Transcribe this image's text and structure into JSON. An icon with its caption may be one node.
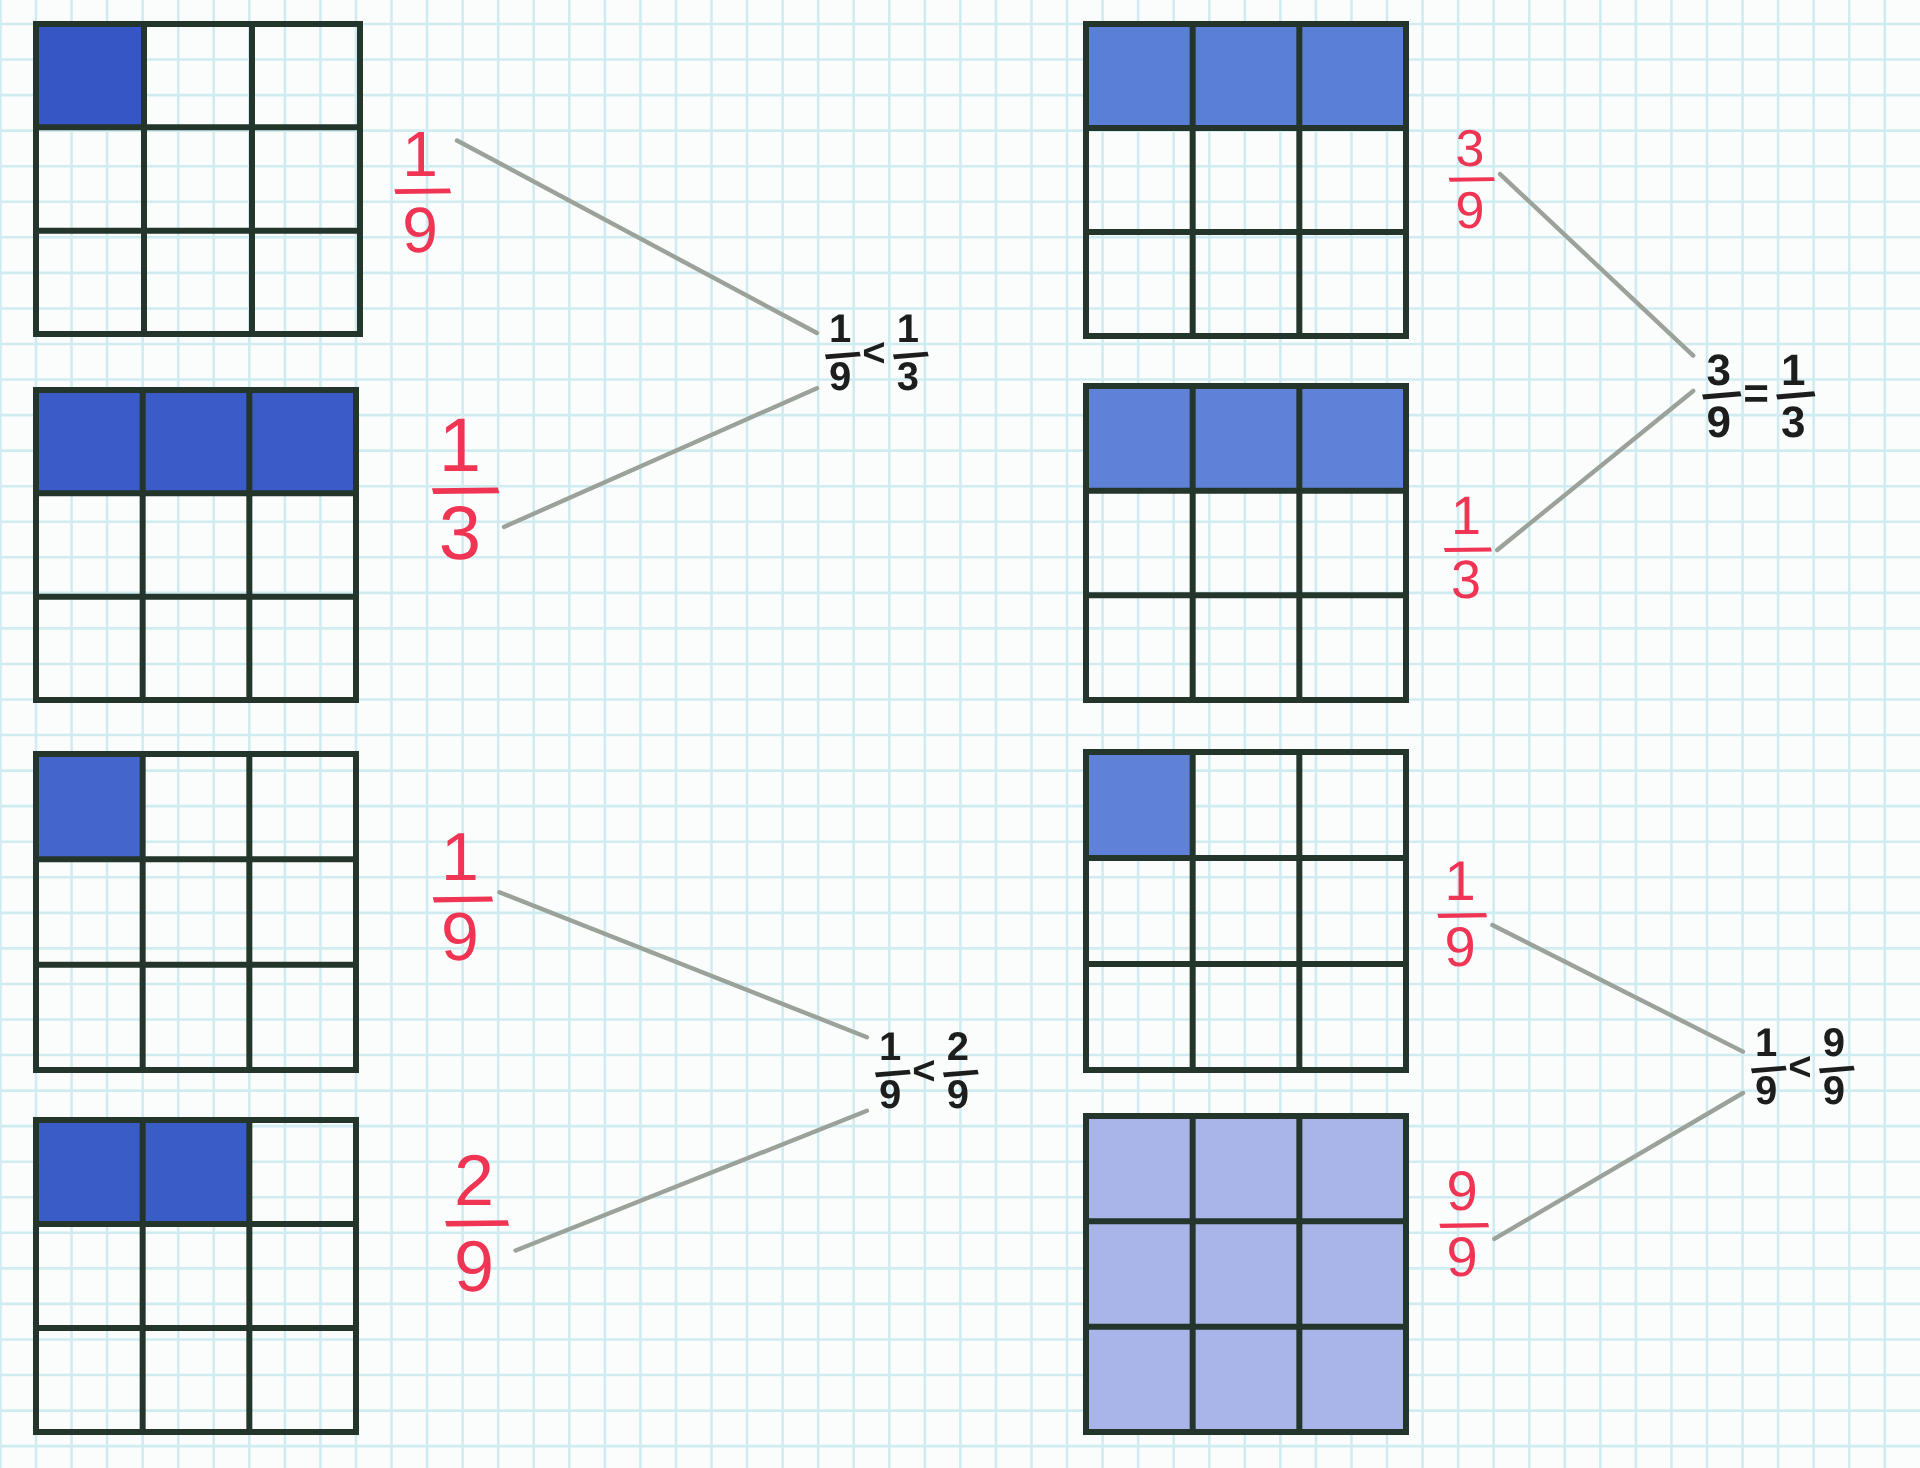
{
  "diagram": {
    "nodes": [
      {
        "text": [
          "1/9"
        ]
      },
      {
        "text": [
          "1/3"
        ]
      },
      {
        "text": [
          "1/9 < 1/3"
        ]
      },
      {
        "text": [
          "3/9"
        ]
      },
      {
        "text": [
          "1/3"
        ]
      },
      {
        "text": [
          "3/9 = 1/3"
        ]
      },
      {
        "text": [
          "1/9"
        ]
      },
      {
        "text": [
          "2/9"
        ]
      },
      {
        "text": [
          "1/9 < 2/9"
        ]
      },
      {
        "text": [
          "1/9"
        ]
      },
      {
        "text": [
          "9/9"
        ]
      },
      {
        "text": [
          "1/9 < 9/9"
        ]
      }
    ],
    "edges": [
      {
        "from": 0,
        "to": 2,
        "arrow": "none"
      },
      {
        "from": 1,
        "to": 2,
        "arrow": "none"
      },
      {
        "from": 3,
        "to": 5,
        "arrow": "none"
      },
      {
        "from": 4,
        "to": 5,
        "arrow": "none"
      },
      {
        "from": 6,
        "to": 8,
        "arrow": "none"
      },
      {
        "from": 7,
        "to": 8,
        "arrow": "none"
      },
      {
        "from": 9,
        "to": 11,
        "arrow": "none"
      },
      {
        "from": 10,
        "to": 11,
        "arrow": "none"
      }
    ]
  }
}
